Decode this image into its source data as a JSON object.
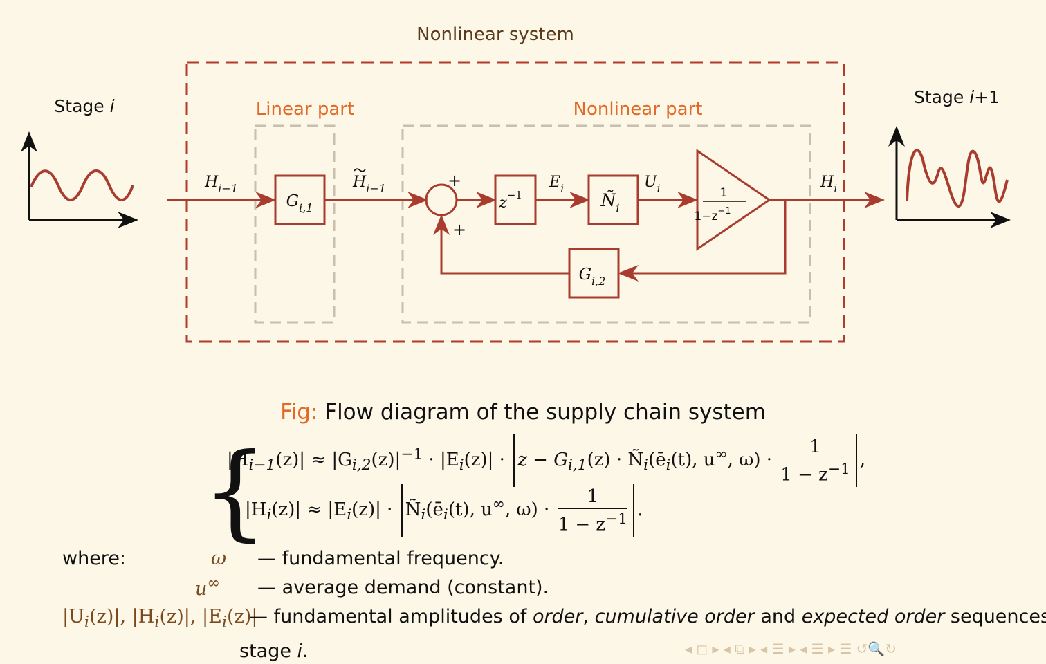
{
  "diagram": {
    "title": "Nonlinear system",
    "linear_part": "Linear part",
    "nonlinear_part": "Nonlinear part",
    "stage_left": "Stage i",
    "stage_right": "Stage i+1",
    "signals": {
      "input": "H",
      "input_sub": "i−1",
      "tilde": "H",
      "tilde_sub": "i−1",
      "e": "E",
      "e_sub": "i",
      "u": "U",
      "u_sub": "i",
      "out": "H",
      "out_sub": "i"
    },
    "blocks": {
      "g1": "G",
      "g1_sub": "i,1",
      "delay": "z",
      "delay_sup": "−1",
      "n": "Ñ",
      "n_sub": "i",
      "g2": "G",
      "g2_sub": "i,2",
      "amp_num": "1",
      "amp_den": "1−z",
      "amp_den_sup": "−1"
    },
    "plus_top": "+",
    "plus_bottom": "+"
  },
  "caption": {
    "fig": "Fig:",
    "text": "Flow diagram of the supply chain system"
  },
  "equations": {
    "line1_left": "|H",
    "line1_a": "i−1",
    "line1_b": "(z)| ≈ |G",
    "line1_c": "i,2",
    "line1_d": "(z)|",
    "line1_e": "−1",
    "line1_f": " · |E",
    "line1_g": "i",
    "line1_h": "(z)| · ",
    "line1_i": "z − G",
    "line1_j": "i,1",
    "line1_k": "(z) · Ñ",
    "line1_l": "i",
    "line1_m": "(ē",
    "line1_n": "i",
    "line1_o": "(t), u",
    "line1_p": "∞",
    "line1_q": ", ω) · ",
    "frac_num": "1",
    "frac_den": "1 − z",
    "frac_sup": "−1",
    "line1_end": ",",
    "line2_a": "|H",
    "line2_b": "i",
    "line2_c": "(z)| ≈ |E",
    "line2_d": "i",
    "line2_e": "(z)| · ",
    "line2_f": "Ñ",
    "line2_g": "i",
    "line2_h": "(ē",
    "line2_i": "i",
    "line2_j": "(t), u",
    "line2_k": "∞",
    "line2_l": ", ω) · ",
    "line2_end": "."
  },
  "where": {
    "label": "where:",
    "omega_sym": "ω",
    "omega_desc": "— fundamental frequency.",
    "u_sym": "u",
    "u_sup": "∞",
    "u_desc": "— average demand (constant).",
    "amp_sym": "|U",
    "amp_sym_1": "i",
    "amp_sym_2": "(z)|, |H",
    "amp_sym_3": "i",
    "amp_sym_4": "(z)|, |E",
    "amp_sym_5": "i",
    "amp_sym_6": "(z)|",
    "amp_desc_1": "— fundamental amplitudes of ",
    "amp_desc_order": "order",
    "amp_desc_2": ", ",
    "amp_desc_cum": "cumulative order",
    "amp_desc_3": " and ",
    "amp_desc_exp": "expected order",
    "amp_desc_4": " sequences for",
    "amp_desc_5": "stage ",
    "amp_desc_6": "i",
    "amp_desc_7": "."
  },
  "nav": {
    "symbols": "◂ ◻ ▸ ◂ ⧉ ▸ ◂ ☰ ▸ ◂ ☰ ▸  ☰  ↺🔍↻"
  },
  "colors": {
    "background": "#fcf7e7",
    "diagram_red": "#b23c2c",
    "dashed_gray": "#c9bfae",
    "accent_orange": "#e06a26",
    "title_brown": "#5a3a1a"
  }
}
